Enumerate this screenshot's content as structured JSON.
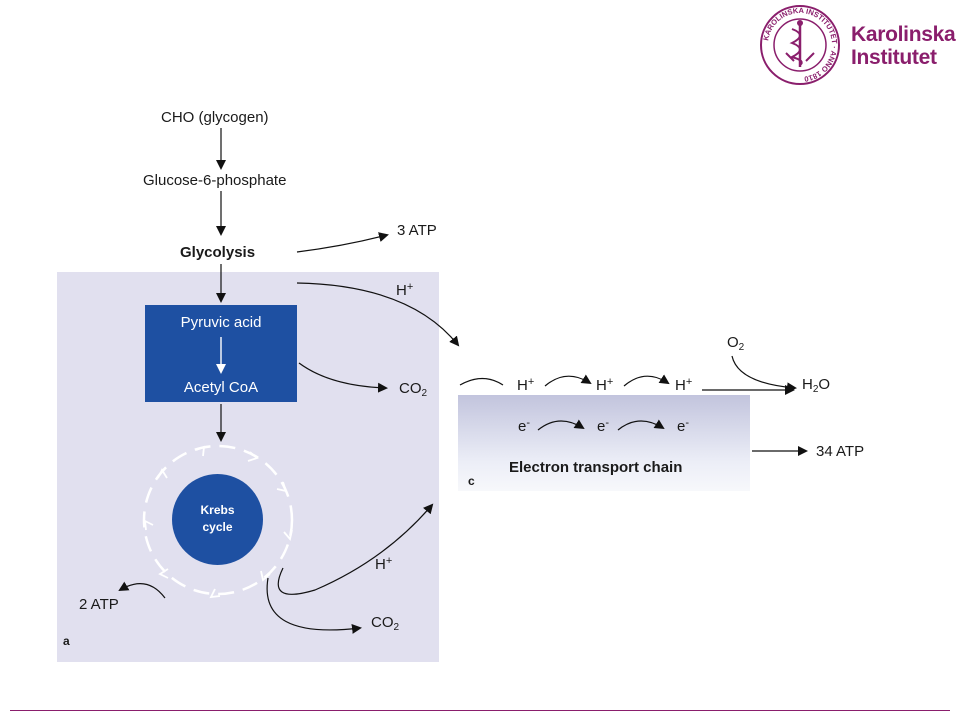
{
  "logo": {
    "line1": "Karolinska",
    "line2": "Institutet",
    "seal_text": "KAROLINSKA INSTITUTET · ANNO 1810"
  },
  "diagram": {
    "cho": "CHO (glycogen)",
    "g6p": "Glucose-6-phosphate",
    "glycolysis": "Glycolysis",
    "atp_glycolysis": "3 ATP",
    "h_plus": "H",
    "plus": "+",
    "pyruvic": "Pyruvic acid",
    "acetyl": "Acetyl CoA",
    "co2_base": "CO",
    "sub2": "2",
    "krebs_line1": "Krebs",
    "krebs_line2": "cycle",
    "atp_krebs": "2 ATP",
    "panel_a": "a",
    "panel_c": "c",
    "o2_base": "O",
    "h2o_h": "H",
    "h2o_o": "O",
    "e_base": "e",
    "minus": "-",
    "etc": "Electron transport chain",
    "atp_etc": "34 ATP"
  },
  "colors": {
    "panel": "#e1e0ef",
    "blue": "#1e50a2",
    "brand": "#8a1e6c"
  }
}
